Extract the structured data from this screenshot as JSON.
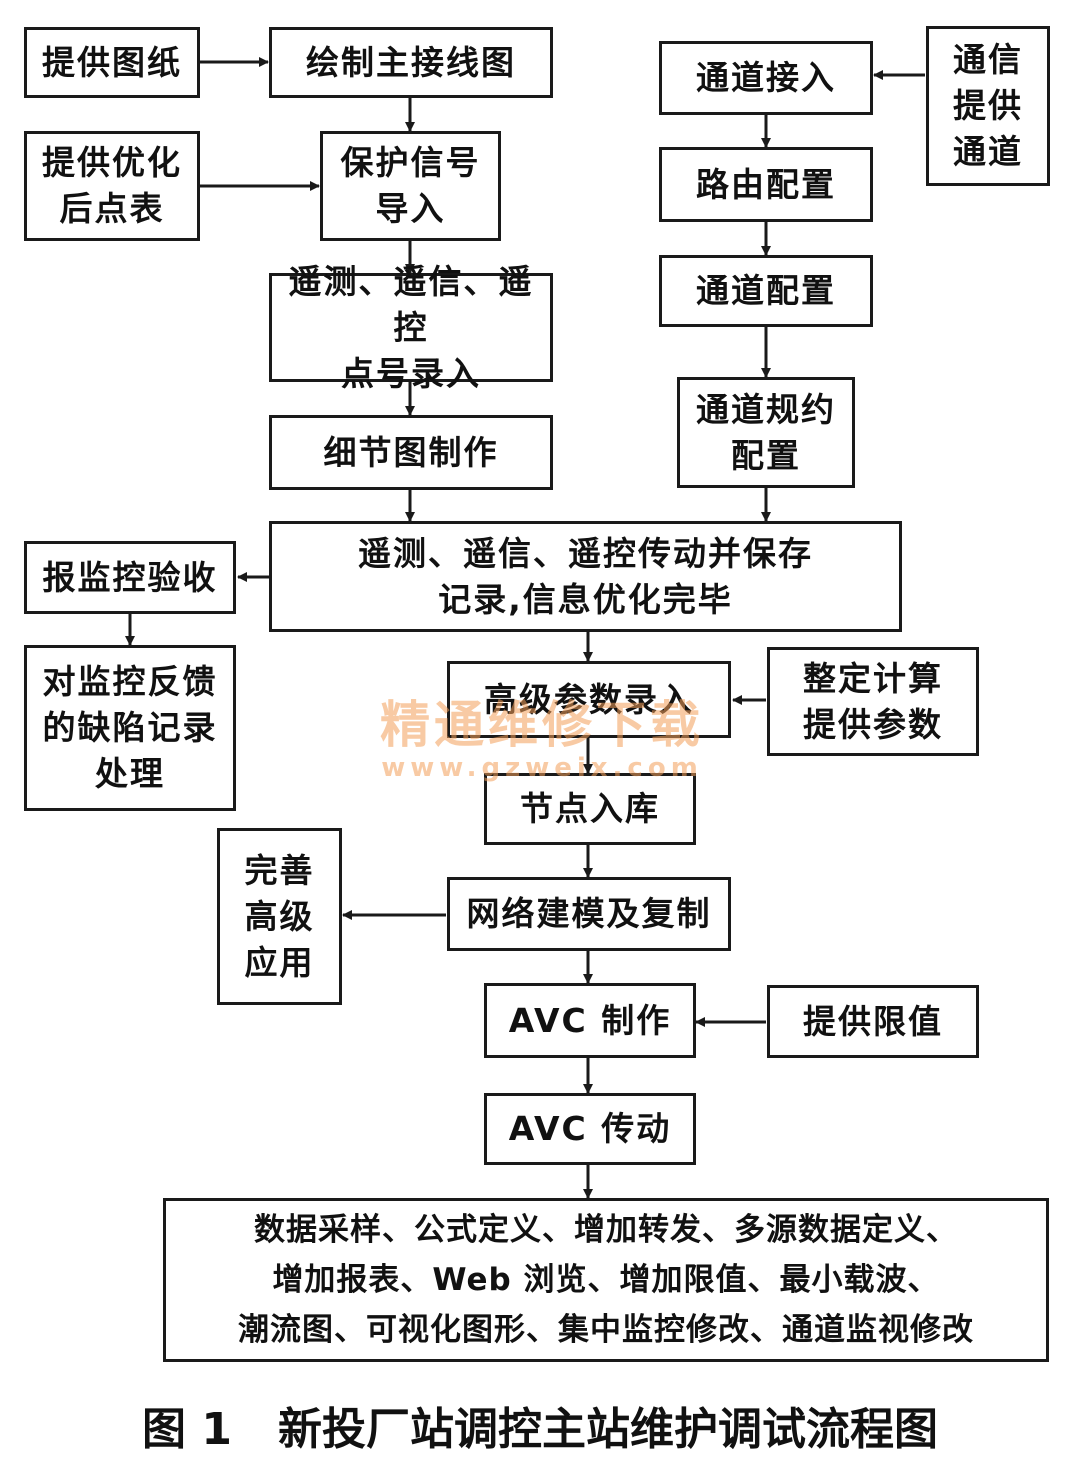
{
  "nodes": {
    "provide_drawings": "提供图纸",
    "draw_main_wiring": "绘制主接线图",
    "provide_optimized_points": "提供优化\n后点表",
    "protection_signal_import": "保护信号\n导入",
    "telemetry_points_entry": "遥测、遥信、遥控\n点号录入",
    "detail_diagram": "细节图制作",
    "channel_access": "通道接入",
    "comm_provide_channel": "通信\n提供\n通道",
    "route_config": "路由配置",
    "channel_config": "通道配置",
    "channel_protocol_config": "通道规约\n配置",
    "transmission_test": "遥测、遥信、遥控传动并保存\n记录,信息优化完毕",
    "report_acceptance": "报监控验收",
    "defect_handling": "对监控反馈\n的缺陷记录\n处理",
    "advanced_params_entry": "高级参数录入",
    "setting_calc_params": "整定计算\n提供参数",
    "node_storage": "节点入库",
    "improve_advanced_app": "完善\n高级\n应用",
    "network_modeling": "网络建模及复制",
    "avc_make": "AVC 制作",
    "provide_limits": "提供限值",
    "avc_transmission": "AVC 传动",
    "final_tasks": "数据采样、公式定义、增加转发、多源数据定义、\n增加报表、Web 浏览、增加限值、最小载波、\n潮流图、可视化图形、集中监控修改、通道监视修改"
  },
  "watermark": {
    "text": "精通维修下载",
    "url": "www.gzweix.com"
  },
  "caption": {
    "number": "图 1",
    "title": "新投厂站调控主站维护调试流程图"
  }
}
